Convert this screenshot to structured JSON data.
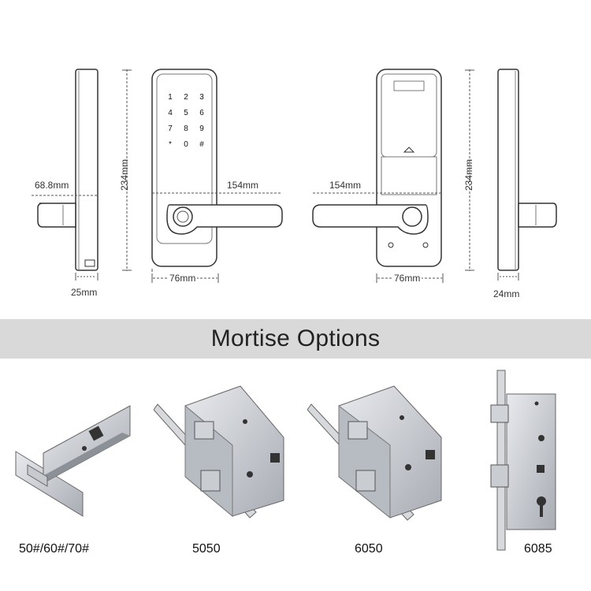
{
  "dimensions": {
    "depth_left": "25mm",
    "handle_offset_left": "68.8mm",
    "height_left": "234mm",
    "handle_length_front": "154mm",
    "width_front": "76mm",
    "handle_length_back": "154mm",
    "width_back": "76mm",
    "height_right": "234mm",
    "depth_right": "24mm"
  },
  "keypad": {
    "keys": [
      "1",
      "2",
      "3",
      "4",
      "5",
      "6",
      "7",
      "8",
      "9",
      "*",
      "0",
      "#"
    ]
  },
  "section_title": "Mortise Options",
  "mortise_options": [
    {
      "label": "50#/60#/70#"
    },
    {
      "label": "5050"
    },
    {
      "label": "6050"
    },
    {
      "label": "6085"
    }
  ]
}
